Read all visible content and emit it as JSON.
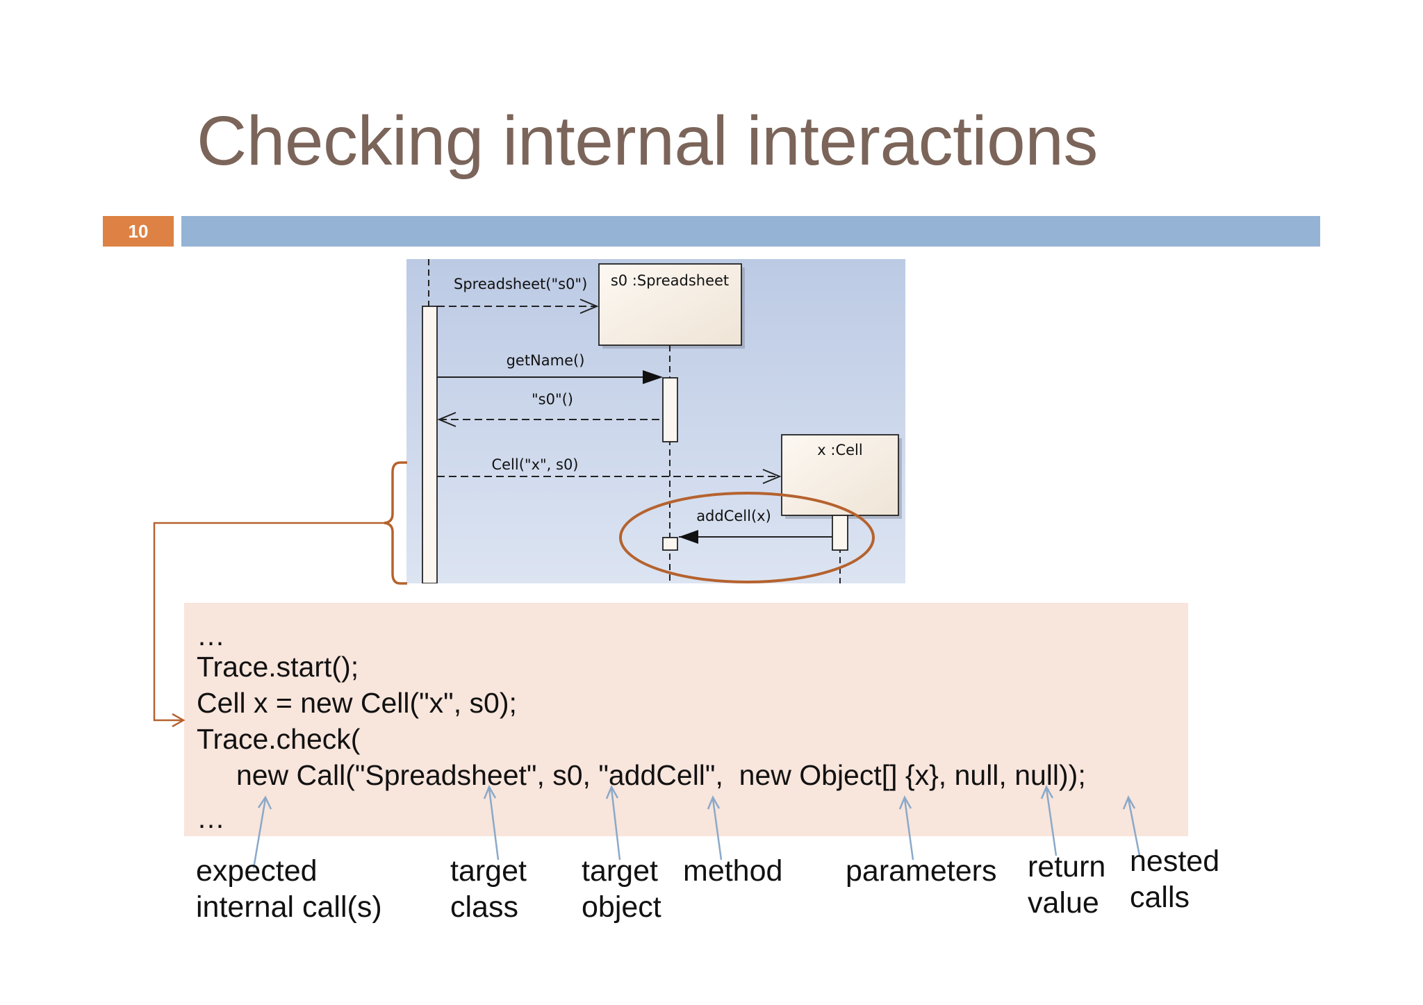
{
  "slide": {
    "title": "Checking internal interactions",
    "number": "10"
  },
  "diagram": {
    "messages": {
      "constructor": "Spreadsheet(\"s0\")",
      "get_name": "getName()",
      "return_s0": "\"s0\"()",
      "cell_constructor": "Cell(\"x\", s0)",
      "add_cell": "addCell(x)"
    },
    "lifelines": {
      "spreadsheet": "s0 :Spreadsheet",
      "cell": "x :Cell"
    }
  },
  "code": {
    "lines": [
      "…",
      "Trace.start();",
      "Cell x = new Cell(\"x\", s0);",
      "Trace.check(",
      "     new Call(\"Spreadsheet\", s0, \"addCell\",  new Object[] {x}, null, null));",
      "…"
    ]
  },
  "annotations": {
    "expected": [
      "expected",
      "internal call(s)"
    ],
    "target_class": [
      "target",
      "class"
    ],
    "target_object": [
      "target",
      "object"
    ],
    "method": [
      "method"
    ],
    "parameters": [
      "parameters"
    ],
    "return_value": [
      "return",
      "value"
    ],
    "nested_calls": [
      "nested",
      "calls"
    ]
  },
  "colors": {
    "title": "#7b6459",
    "slide_number_bg": "#dd8244",
    "rule_bar": "#95b3d5",
    "code_bg": "#f8e5dc",
    "highlight": "#b5622e",
    "annotation_arrow": "#8aa9c9"
  }
}
